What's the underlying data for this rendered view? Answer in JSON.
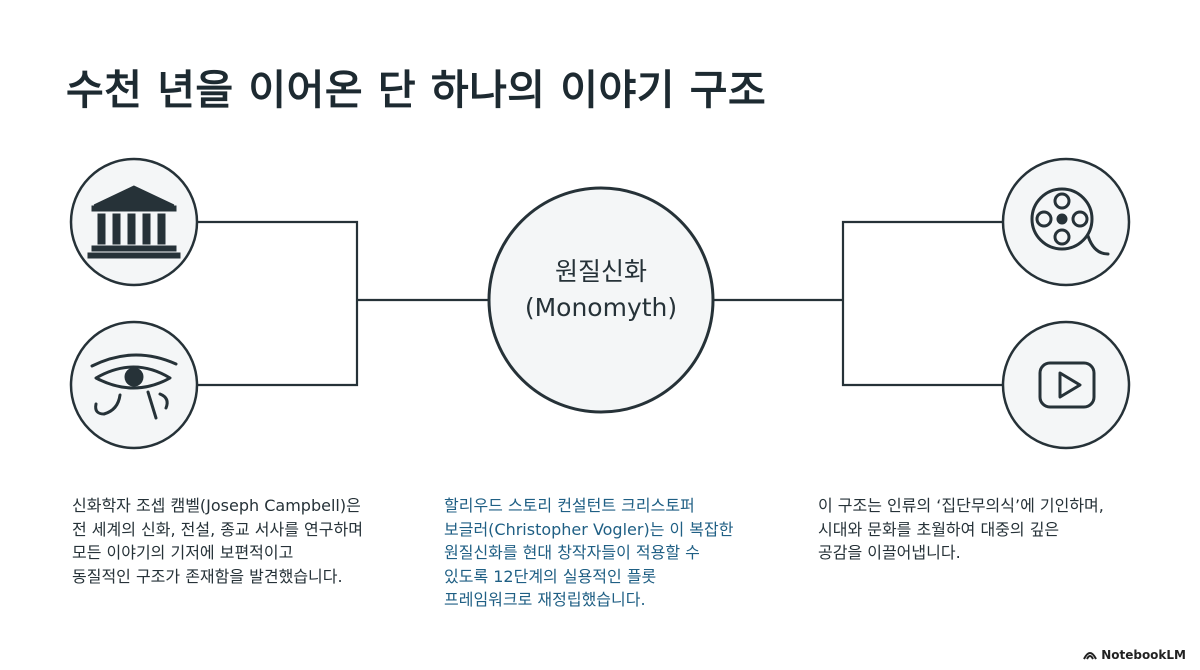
{
  "title": "수천 년을 이어온 단 하나의 이야기 구조",
  "center": {
    "line1": "원질신화",
    "line2": "(Monomyth)"
  },
  "icons": {
    "top_left": "temple-icon",
    "bottom_left": "eye-of-horus-icon",
    "top_right": "film-reel-icon",
    "bottom_right": "play-button-icon"
  },
  "texts": {
    "left": [
      "신화학자 조셉 캠벨(Joseph Campbell)은",
      "전 세계의 신화, 전설, 종교 서사를 연구하며",
      "모든 이야기의 기저에 보편적이고",
      "동질적인 구조가 존재함을 발견했습니다."
    ],
    "middle": [
      "할리우드 스토리 컨설턴트 크리스토퍼",
      "보글러(Christopher Vogler)는 이 복잡한",
      "원질신화를 현대 창작자들이 적용할 수",
      "있도록 12단계의 실용적인 플롯",
      "프레임워크로 재정립했습니다."
    ],
    "right": [
      "이 구조는 인류의 ‘집단무의식’에 기인하며,",
      "시대와 문화를 초월하여 대중의 깊은",
      "공감을 이끌어냅니다."
    ]
  },
  "colors": {
    "line": "#263238",
    "middle_text": "#1f5f84",
    "circle_fill": "#f4f6f7"
  },
  "brand": "NotebookLM"
}
